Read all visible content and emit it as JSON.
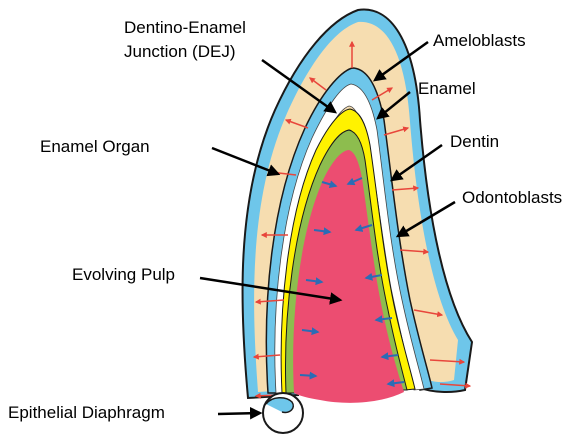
{
  "labels": {
    "dej_line1": "Dentino-Enamel",
    "dej_line2": "Junction (DEJ)",
    "ameloblasts": "Ameloblasts",
    "enamel": "Enamel",
    "enamel_organ": "Enamel Organ",
    "dentin": "Dentin",
    "odontoblasts": "Odontoblasts",
    "evolving_pulp": "Evolving Pulp",
    "epithelial_diaphragm": "Epithelial Diaphragm"
  },
  "colors": {
    "enamel_organ": "#f6ddb0",
    "epithelium": "#6ec6ea",
    "enamel": "#ffffff",
    "dentin": "#fff200",
    "odontoblast_layer": "#8dbd4e",
    "pulp": "#ec4d71",
    "ameloblast_arrows": "#e8463b",
    "odontoblast_arrows": "#2b6cb5",
    "outline": "#1a1a1a"
  }
}
